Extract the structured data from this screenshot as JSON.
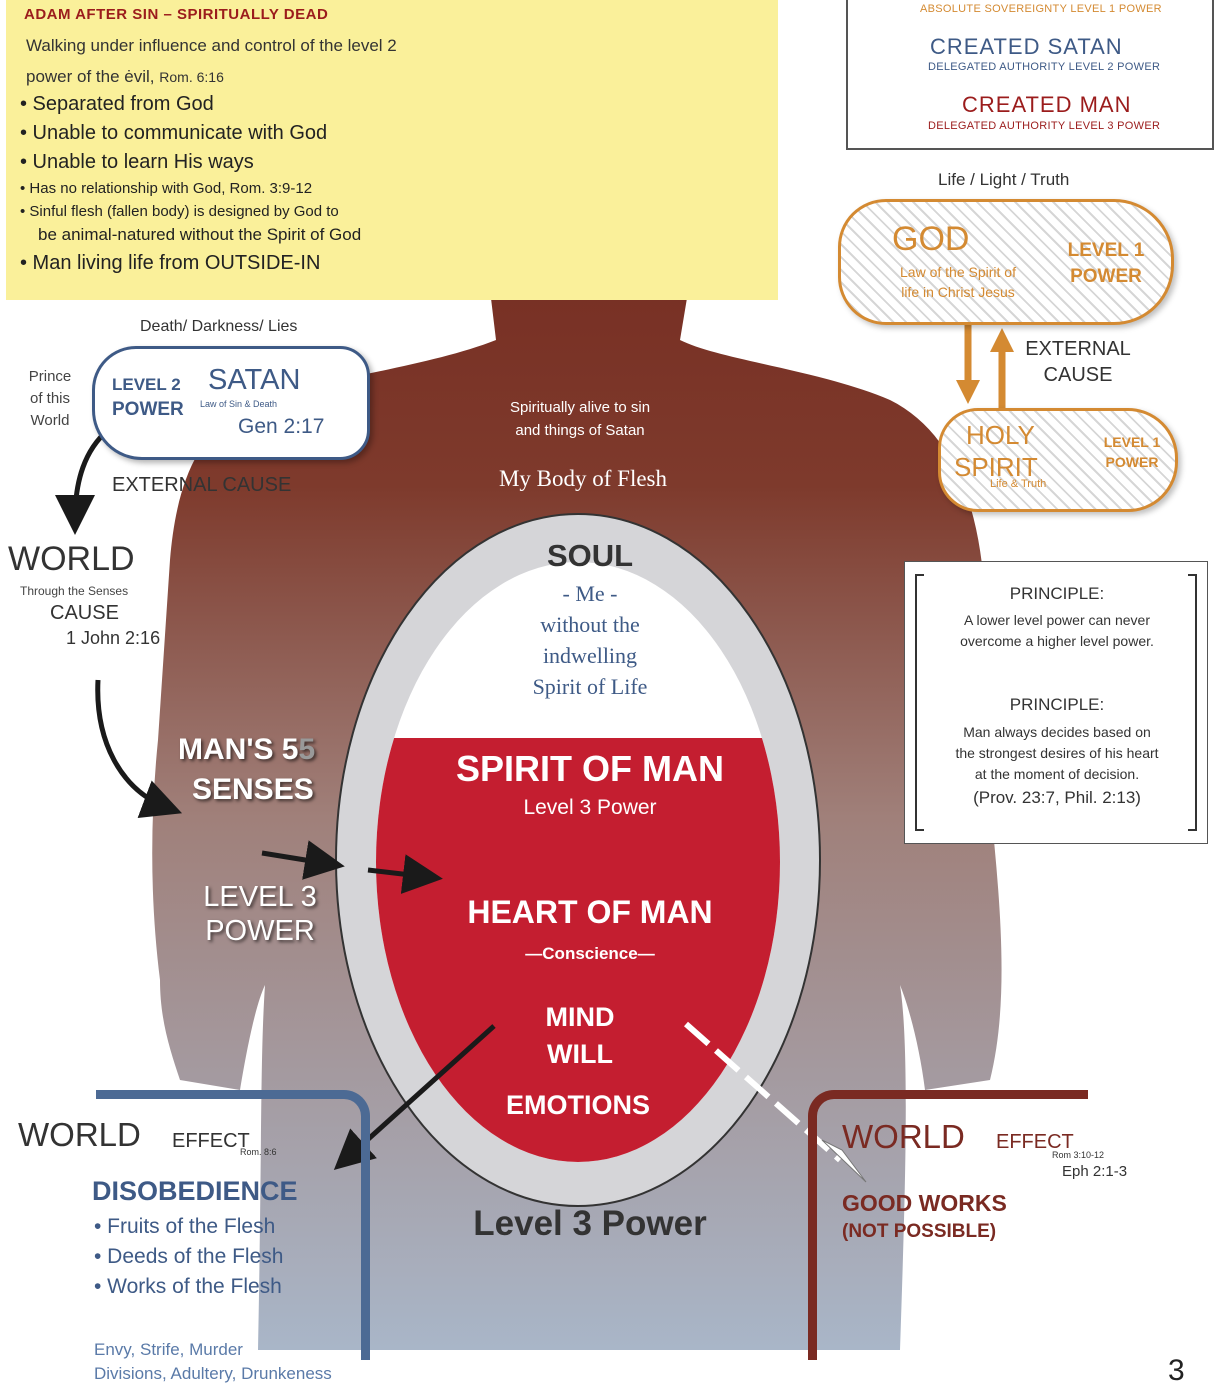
{
  "adam_box": {
    "title": "ADAM AFTER SIN – SPIRITUALLY DEAD",
    "intro_line1": "Walking under influence and control of the level 2",
    "intro_line2": "power of the",
    "intro_word": "ėvil,",
    "intro_ref": "Rom. 6:16",
    "items": [
      "• Separated from God",
      "• Unable to communicate with God",
      "• Unable to learn His ways",
      "• Has no relationship with God, Rom. 3:9-12",
      "• Sinful flesh (fallen body) is designed by God to",
      "be animal-natured without the Spirit of God",
      "• Man living life from OUTSIDE-IN"
    ]
  },
  "legend": {
    "level1_label": "ABSOLUTE SOVEREIGNTY LEVEL 1 POWER",
    "satan_title": "CREATED SATAN",
    "satan_label": "DELEGATED AUTHORITY LEVEL 2 POWER",
    "man_title": "CREATED MAN",
    "man_label": "DELEGATED AUTHORITY LEVEL 3 POWER"
  },
  "satan_side": {
    "header": "Death/ Darkness/ Lies",
    "prince": [
      "Prince",
      "of this",
      "World"
    ],
    "level_label": "LEVEL 2",
    "power_label": "POWER",
    "name": "SATAN",
    "law": "Law of Sin & Death",
    "ref": "Gen 2:17",
    "external_cause": "EXTERNAL CAUSE"
  },
  "world_cause": {
    "title": "WORLD",
    "through": "Through the Senses",
    "cause": "CAUSE",
    "ref": "1 John 2:16"
  },
  "god_side": {
    "header": "Life / Light / Truth",
    "god": "GOD",
    "god_law_1": "Law of the Spirit of",
    "god_law_2": "life in Christ Jesus",
    "level_1": "LEVEL 1",
    "power": "POWER",
    "external_1": "EXTERNAL",
    "external_2": "CAUSE",
    "holy": "HOLY",
    "spirit": "SPIRIT",
    "life_truth": "Life & Truth",
    "hs_level": "LEVEL 1",
    "hs_power": "POWER"
  },
  "body": {
    "spiritually_1": "Spiritually alive to sin",
    "spiritually_2": "and things of Satan",
    "flesh": "My Body of Flesh",
    "senses_1": "MAN'S 5",
    "senses_1_echo": "5",
    "senses_2": "SENSES",
    "level3_1": "LEVEL 3",
    "level3_2": "POWER"
  },
  "soul": {
    "title": "SOUL",
    "me": "- Me -",
    "line1": "without the",
    "line2": "indwelling",
    "line3": "Spirit of Life"
  },
  "spirit": {
    "title": "SPIRIT OF MAN",
    "level": "Level 3 Power",
    "heart": "HEART OF MAN",
    "conscience": "—Conscience—",
    "mind": "MIND",
    "will": "WILL",
    "emotions": "EMOTIONS"
  },
  "bottom_label": "Level 3 Power",
  "principles": [
    {
      "heading": "PRINCIPLE:",
      "lines": [
        "A lower level power can never",
        "overcome a higher level power."
      ]
    },
    {
      "heading": "PRINCIPLE:",
      "lines": [
        "Man always decides based on",
        "the strongest desires of his heart",
        "at the moment of decision."
      ],
      "ref": "(Prov. 23:7, Phil. 2:13)"
    }
  ],
  "effect_left": {
    "world": "WORLD",
    "effect": "EFFECT",
    "ref": "Rom. 8:6",
    "title": "DISOBEDIENCE",
    "items": [
      "• Fruits of the Flesh",
      "• Deeds of the Flesh",
      "• Works of the Flesh"
    ],
    "sins_1": "Envy, Strife, Murder",
    "sins_2": "Divisions, Adultery, Drunkeness"
  },
  "effect_right": {
    "world": "WORLD",
    "effect": "EFFECT",
    "ref1": "Rom 3:10-12",
    "ref2": "Eph 2:1-3",
    "title": "GOOD WORKS",
    "subtitle": "(NOT POSSIBLE)"
  },
  "page_number": "3",
  "colors": {
    "dark_red": "#9b1c1c",
    "spirit_red": "#c41e30",
    "satan_blue": "#3e5a86",
    "god_orange": "#d48a32",
    "body_top": "#70231a",
    "body_bottom": "#a9b6c8"
  }
}
